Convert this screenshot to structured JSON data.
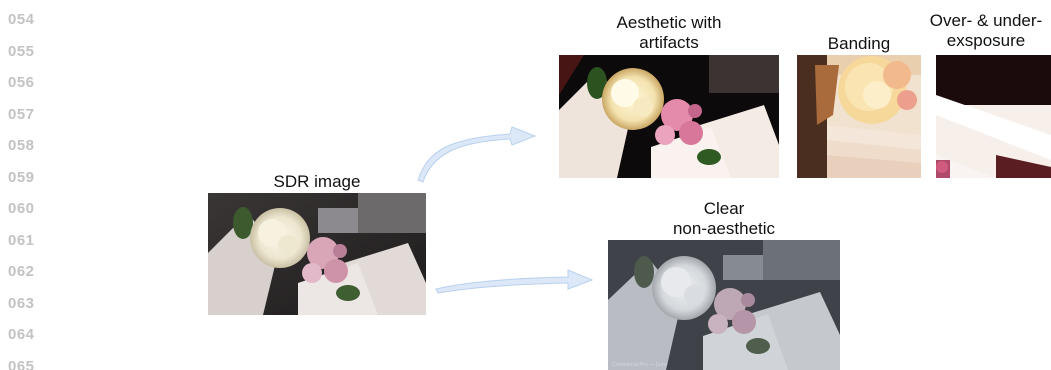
{
  "line_numbers": [
    "054",
    "055",
    "056",
    "057",
    "058",
    "059",
    "060",
    "061",
    "062",
    "063",
    "064",
    "065"
  ],
  "labels": {
    "sdr": "SDR image",
    "aesthetic": [
      "Aesthetic with",
      "artifacts"
    ],
    "banding": "Banding",
    "exposure": [
      "Over- & under-",
      "exsposure"
    ],
    "clear": [
      "Clear",
      "non-aesthetic"
    ]
  },
  "watermark": "Commercial Pro — Dune",
  "colors": {
    "line_number": "#c3c3c3",
    "arrow_fill": "#dce8f7",
    "arrow_stroke": "#b9d0ef"
  }
}
